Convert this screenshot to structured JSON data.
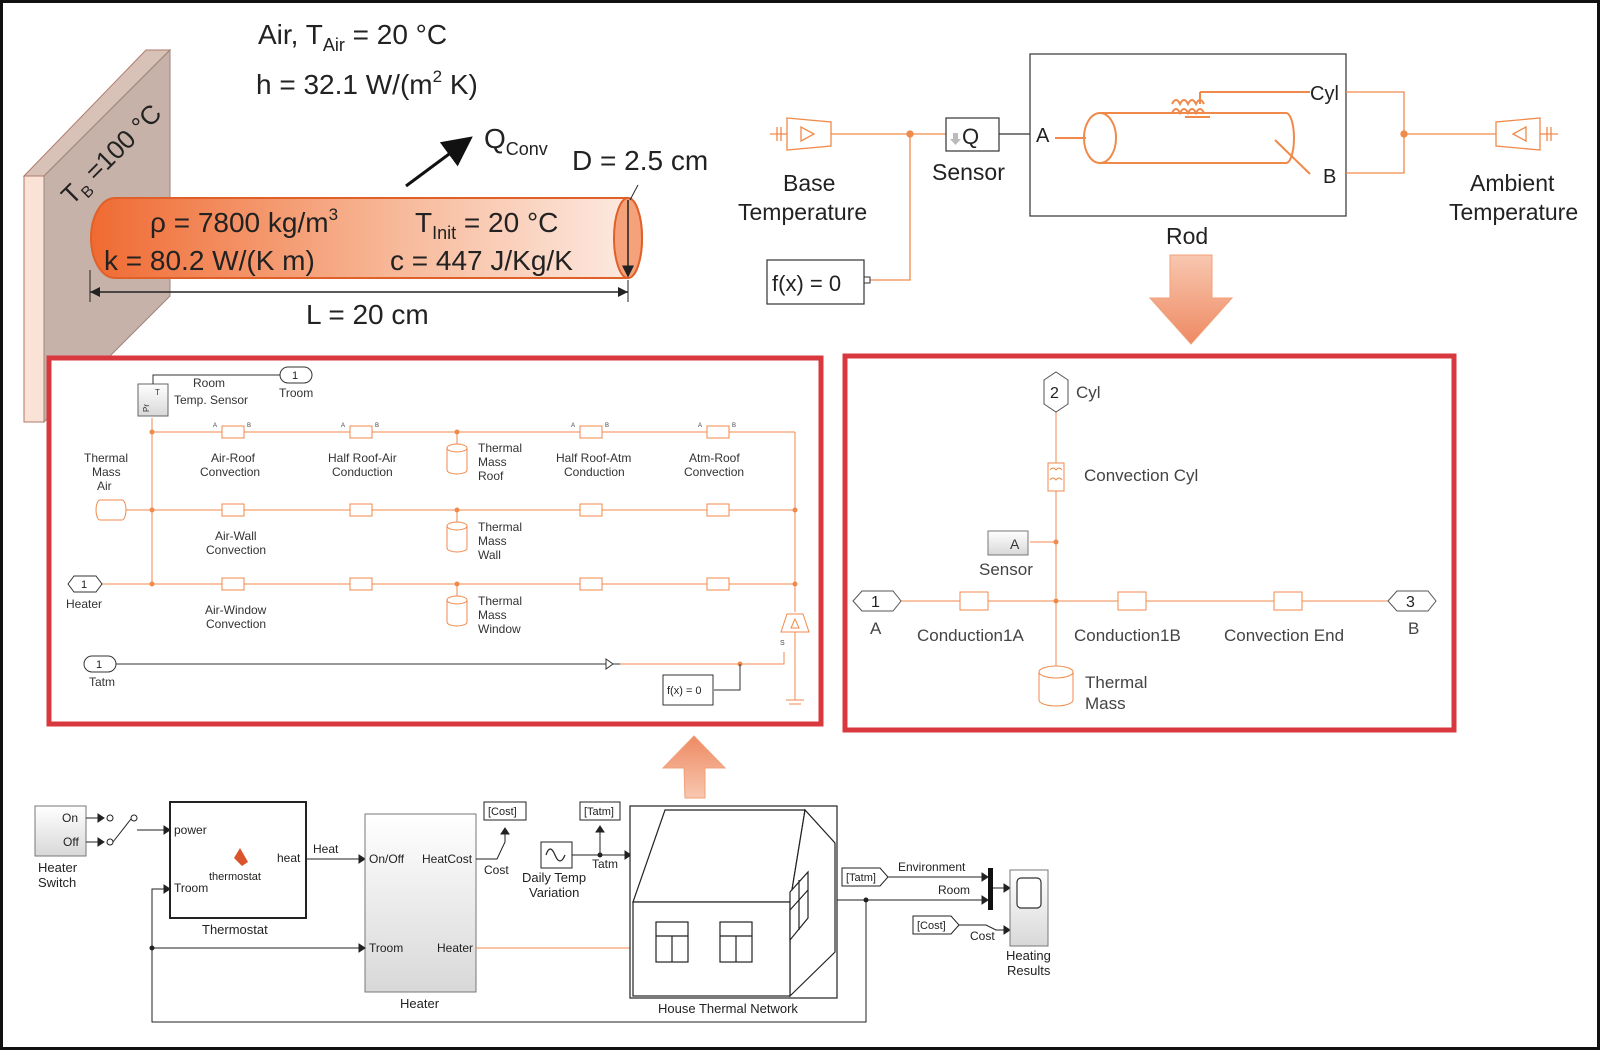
{
  "rod_figure": {
    "air_label": "Air, T",
    "air_sub": "Air",
    "air_value": " = 20 °C",
    "h_label": "h = 32.1 W/(m",
    "h_sup": "2",
    "h_tail": " K)",
    "q_label": "Q",
    "q_sub": "Conv",
    "d_label": "D = 2.5 cm",
    "wall_t": "T",
    "wall_sub": "B",
    "wall_value": " =100 °C",
    "rho_label": "ρ = 7800 kg/m",
    "rho_sup": "3",
    "k_label": "k = 80.2 W/(K m)",
    "tinit_t": "T",
    "tinit_sub": "Init",
    "tinit_value": " = 20 °C",
    "c_label": "c = 447 J/Kg/K",
    "l_label": "L = 20 cm"
  },
  "rod_model": {
    "base_temp_line1": "Base",
    "base_temp_line2": "Temperature",
    "sensor_glyph": "Q",
    "sensor_label": "Sensor",
    "port_a": "A",
    "port_cyl": "Cyl",
    "port_b": "B",
    "rod_label": "Rod",
    "ambient_line1": "Ambient",
    "ambient_line2": "Temperature",
    "solver_label": "f(x) = 0"
  },
  "house_network": {
    "room_line1": "Room",
    "room_line2": "Temp. Sensor",
    "sensor_port_top": "T",
    "sensor_port_bottom": "Pr",
    "troom_port": "1",
    "troom_label": "Troom",
    "thermal_mass_air": [
      "Thermal",
      "Mass",
      "Air"
    ],
    "air_roof": [
      "Air-Roof",
      "Convection"
    ],
    "half_roof_air": [
      "Half Roof-Air",
      "Conduction"
    ],
    "thermal_mass_roof": [
      "Thermal",
      "Mass",
      "Roof"
    ],
    "half_roof_atm": [
      "Half Roof-Atm",
      "Conduction"
    ],
    "atm_roof": [
      "Atm-Roof",
      "Convection"
    ],
    "air_wall": [
      "Air-Wall",
      "Convection"
    ],
    "thermal_mass_wall": [
      "Thermal",
      "Mass",
      "Wall"
    ],
    "air_window": [
      "Air-Window",
      "Convection"
    ],
    "thermal_mass_window": [
      "Thermal",
      "Mass",
      "Window"
    ],
    "heater_port": "1",
    "heater_label": "Heater",
    "tatm_port": "1",
    "tatm_label": "Tatm",
    "solver_label": "f(x) = 0",
    "port_a_small": "A",
    "port_b_small": "B",
    "port_s_small": "S"
  },
  "rod_subsystem": {
    "cyl_port": "2",
    "cyl_label": "Cyl",
    "convection_cyl": "Convection Cyl",
    "sensor_glyph": "A",
    "sensor_label": "Sensor",
    "a_port": "1",
    "a_label": "A",
    "conduction_1a": "Conduction1A",
    "conduction_1b": "Conduction1B",
    "convection_end": "Convection End",
    "b_port": "3",
    "b_label": "B",
    "thermal_mass": [
      "Thermal",
      "Mass"
    ]
  },
  "top_model": {
    "on_label": "On",
    "off_label": "Off",
    "heater_switch": [
      "Heater",
      "Switch"
    ],
    "power_port": "power",
    "heat_port": "heat",
    "troom_port": "Troom",
    "thermostat_inner": "thermostat",
    "thermostat_label": "Thermostat",
    "heat_signal": "Heat",
    "onoff_port": "On/Off",
    "heatcost_port": "HeatCost",
    "heater_troom_port": "Troom",
    "heater_port": "Heater",
    "heater_label": "Heater",
    "cost_tag": "[Cost]",
    "cost_signal": "Cost",
    "tatm_tag": "[Tatm]",
    "daily_temp": [
      "Daily Temp",
      "Variation"
    ],
    "tatm_signal": "Tatm",
    "house_label": "House Thermal Network",
    "tatm_goto": "[Tatm]",
    "environment_signal": "Environment",
    "room_signal": "Room",
    "cost_goto": "[Cost]",
    "cost_signal2": "Cost",
    "heating_results": [
      "Heating",
      "Results"
    ]
  },
  "colors": {
    "accent_orange": "#f08a4b",
    "border_red": "#d9383f",
    "rod_gradient_start": "#f07038",
    "rod_gradient_end": "#fde4d8",
    "wall_face": "#c8b1a8",
    "block_gray": "#e6e6e6"
  }
}
